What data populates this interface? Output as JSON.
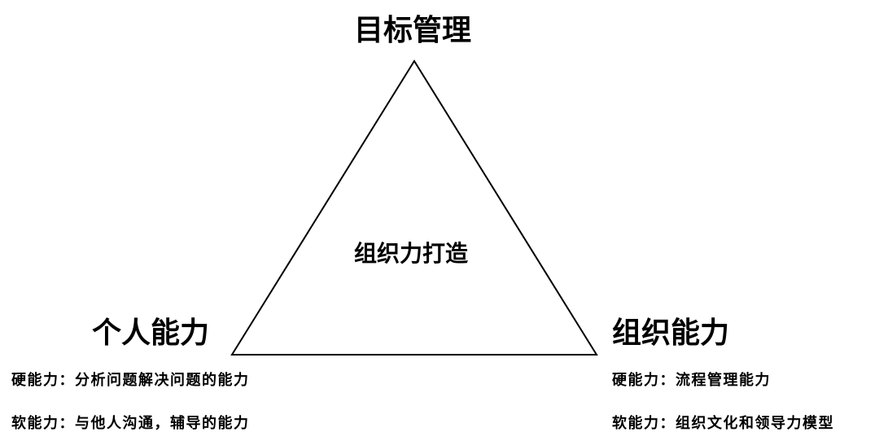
{
  "top_label": "目标管理",
  "center_label": "组织力打造",
  "left": {
    "title": "个人能力",
    "hard": "硬能力：分析问题解决问题的能力",
    "soft": "软能力：与他人沟通，辅导的能力"
  },
  "right": {
    "title": "组织能力",
    "hard": "硬能力：流程管理能力",
    "soft": "软能力：组织文化和领导力模型"
  }
}
